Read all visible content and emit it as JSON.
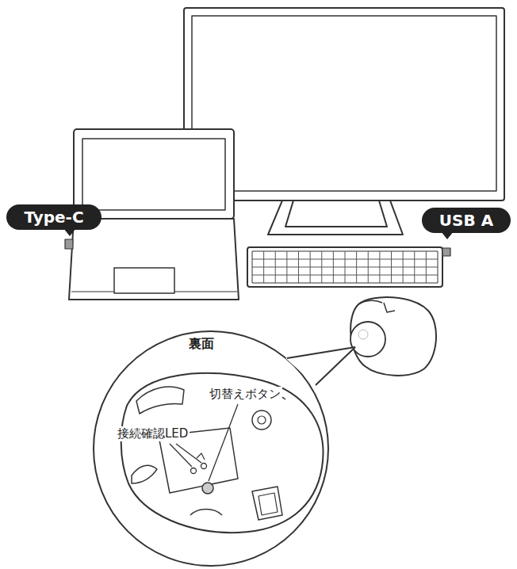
{
  "diagram": {
    "nodes": [
      {
        "text": [
          "Type-C"
        ]
      },
      {
        "text": [
          "USB A"
        ]
      }
    ],
    "labels": [
      "裏面",
      "切替えボタン",
      "接続確認LED"
    ]
  }
}
